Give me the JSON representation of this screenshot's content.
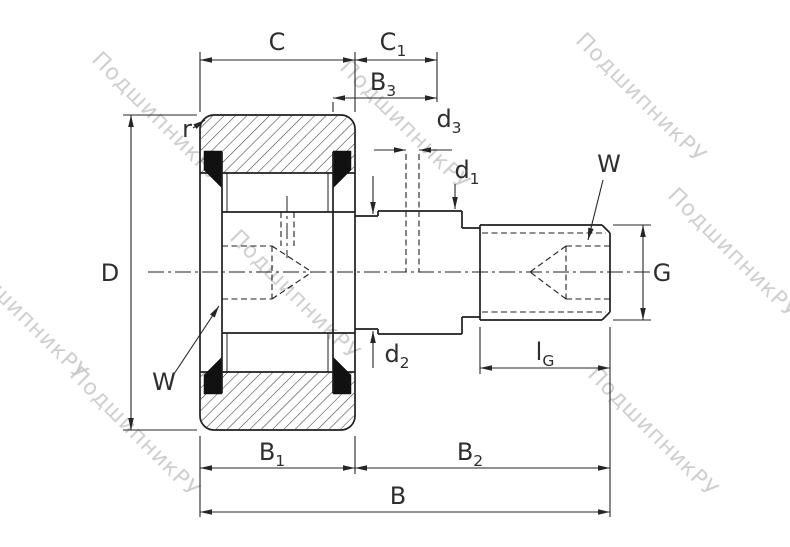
{
  "watermark": {
    "text": "ПодшипникРУ",
    "color": "#c4c4c4"
  },
  "labels": {
    "C": "C",
    "C1": {
      "main": "C",
      "sub": "1"
    },
    "B3": {
      "main": "B",
      "sub": "3"
    },
    "d3": {
      "main": "d",
      "sub": "3"
    },
    "d1": {
      "main": "d",
      "sub": "1"
    },
    "W_right": "W",
    "W_left": "W",
    "r": "r",
    "D": "D",
    "G": "G",
    "d2": {
      "main": "d",
      "sub": "2"
    },
    "lG": {
      "main": "l",
      "sub": "G"
    },
    "B1": {
      "main": "B",
      "sub": "1"
    },
    "B2": {
      "main": "B",
      "sub": "2"
    },
    "B": "B"
  }
}
